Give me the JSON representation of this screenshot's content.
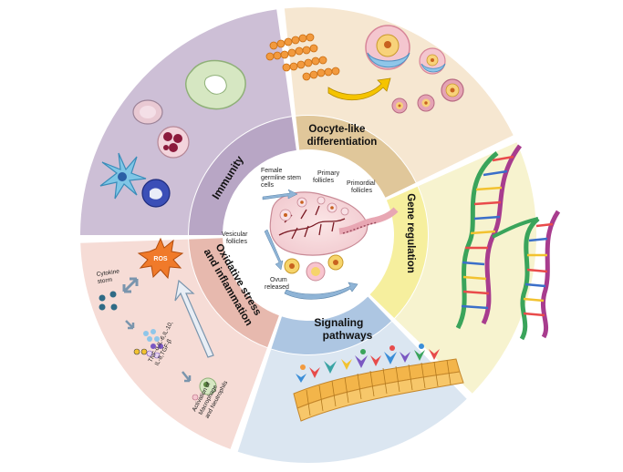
{
  "colors": {
    "immunity_ring": "#cdbfd6",
    "immunity_label": "#b8a6c5",
    "oocyte_ring": "#f6e7d1",
    "oocyte_label": "#e0c79a",
    "gene_ring": "#f7f3cf",
    "gene_label": "#f6ef9e",
    "signaling_ring": "#dbe6f1",
    "signaling_label": "#adc6e2",
    "oxidative_ring": "#f6dcd6",
    "oxidative_label": "#e7b9ae",
    "divider": "#ffffff",
    "arrow_yellow": "#f5c400"
  },
  "sections": {
    "immunity": "Immunity",
    "oocyte_line1": "Oocyte-like",
    "oocyte_line2": "differentiation",
    "gene": "Gene regulation",
    "signaling_line1": "Signaling",
    "signaling_line2": "pathways",
    "oxidative_line1": "Oxidative stress",
    "oxidative_line2": "and inflammation"
  },
  "center_labels": {
    "female_line1": "Female",
    "female_line2": "germline stem",
    "female_line3": "cells",
    "primary_line1": "Primary",
    "primary_line2": "follicles",
    "primordial_line1": "Primordial",
    "primordial_line2": "follicles",
    "vesicular_line1": "Vesicular",
    "vesicular_line2": "follicles",
    "ovum_line1": "Ovum",
    "ovum_line2": "released"
  },
  "oxidative_panel": {
    "cytokine_line1": "Cytokine",
    "cytokine_line2": "storm",
    "ros": "ROS",
    "tnf_line1": "TNF-α,IL-6,IL-10,",
    "tnf_line2": "IL-8,TGF-β",
    "activation_line1": "Activation of",
    "activation_line2": "Macrophage",
    "activation_line3": "and Neutrophils"
  }
}
